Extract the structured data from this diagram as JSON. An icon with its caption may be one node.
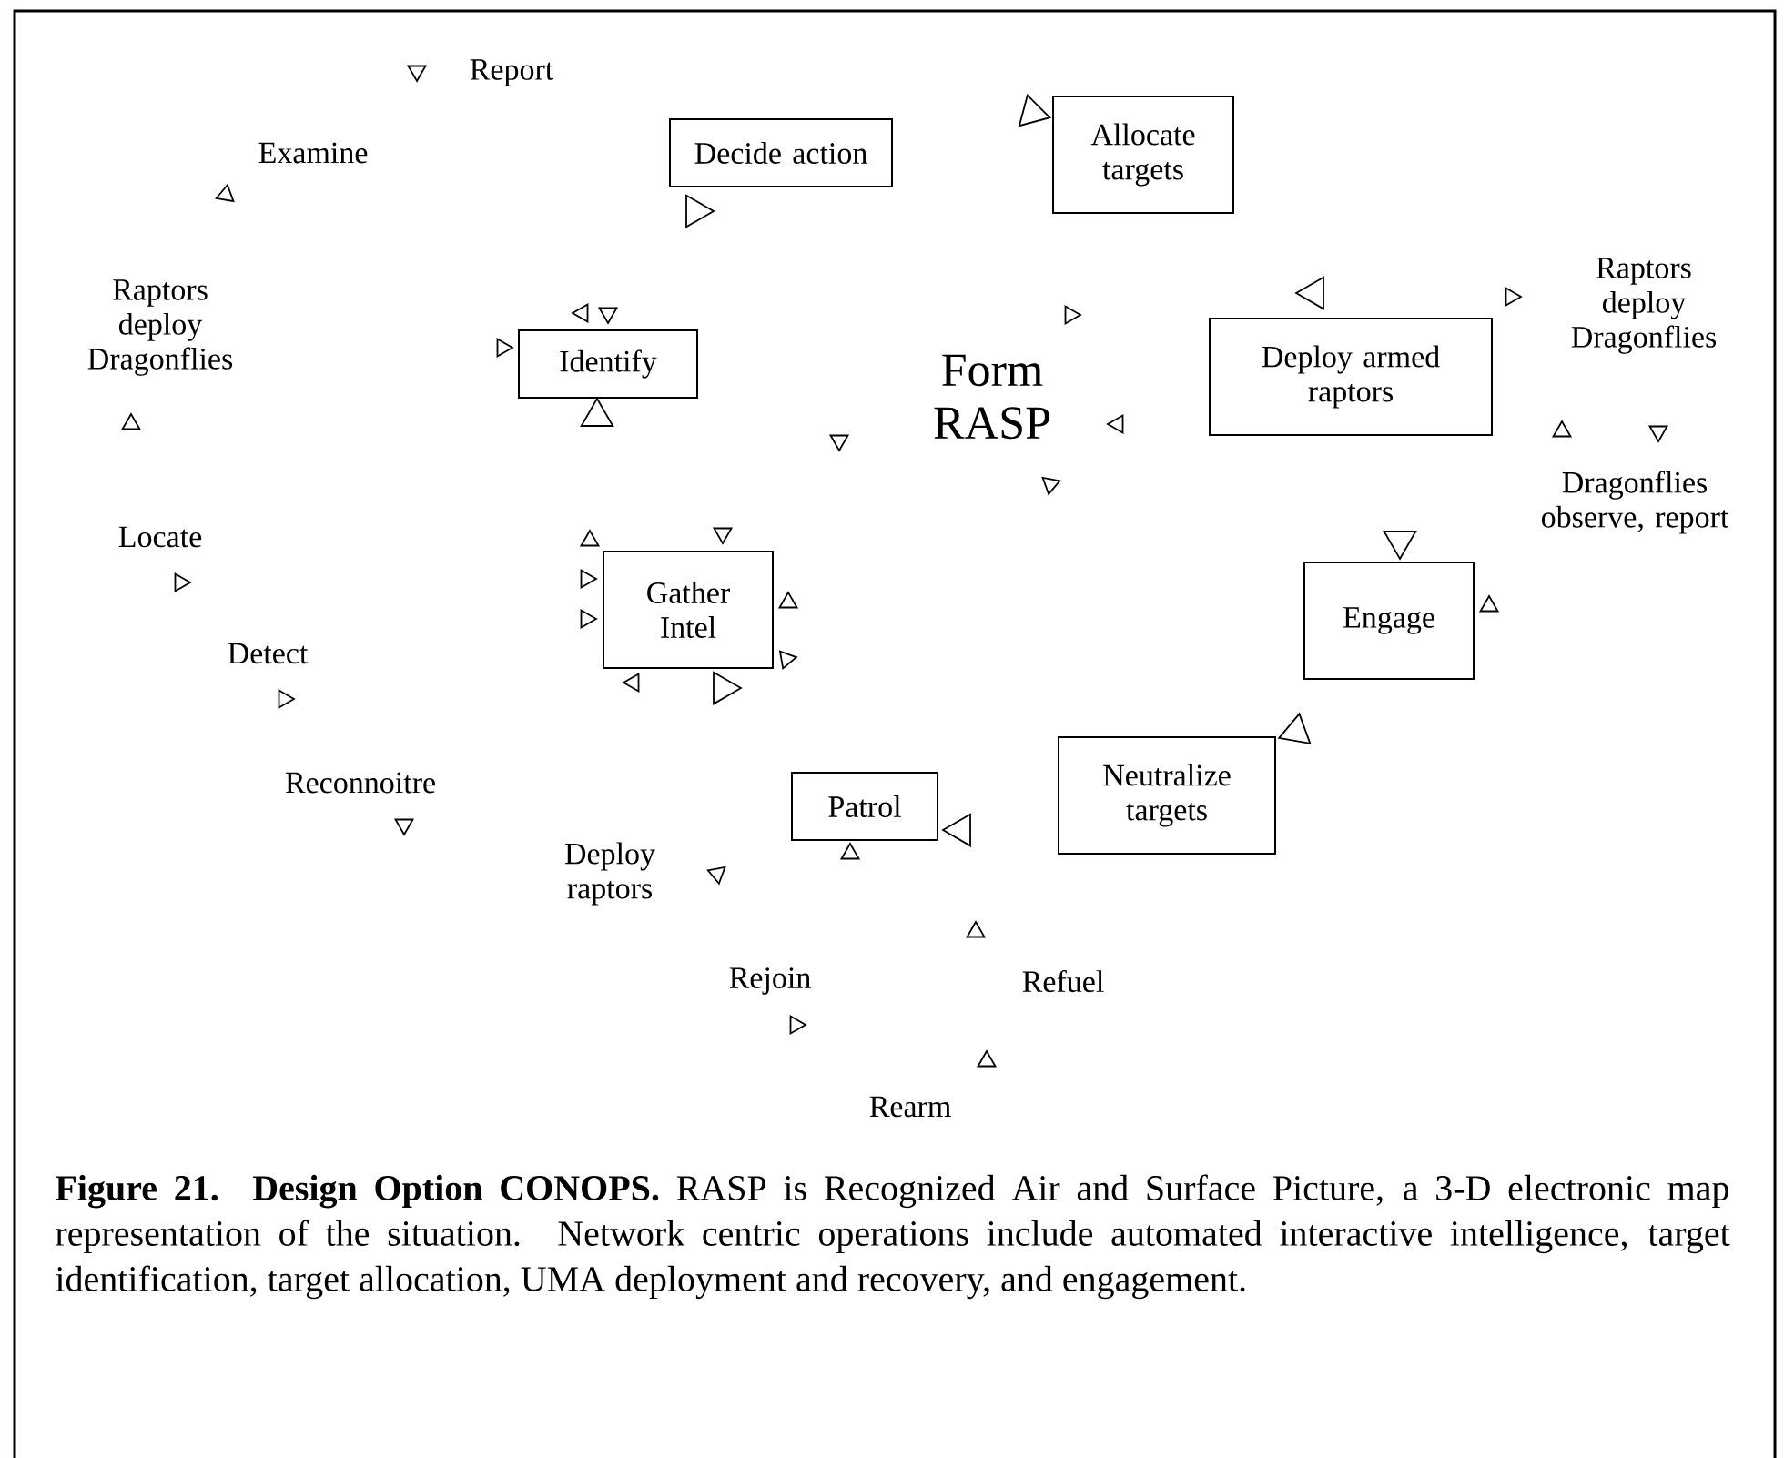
{
  "diagram": {
    "caption": "**Figure 21. Design Option CONOPS.** RASP is Recognized Air and Surface Picture, a 3-D electronic map representation of the situation. Network centric operations include automated interactive intelligence, target identification, target allocation, UMA deployment and recovery, and engagement.",
    "nodes": [
      {
        "text": [
          "Decide action"
        ]
      },
      {
        "text": [
          "Allocate targets"
        ]
      },
      {
        "text": [
          "Identify"
        ]
      },
      {
        "text": [
          "Deploy armed raptors"
        ]
      },
      {
        "text": [
          "Gather Intel"
        ]
      },
      {
        "text": [
          "Engage"
        ]
      },
      {
        "text": [
          "Neutralize targets"
        ]
      },
      {
        "text": [
          "Patrol"
        ]
      }
    ],
    "labels": [
      "Report",
      "Examine",
      "Raptors deploy Dragonflies",
      "Raptors deploy Dragonflies",
      "Form RASP",
      "Dragonflies observe, report",
      "Locate",
      "Detect",
      "Reconnoitre",
      "Deploy raptors",
      "Rejoin",
      "Refuel",
      "Rearm"
    ]
  }
}
